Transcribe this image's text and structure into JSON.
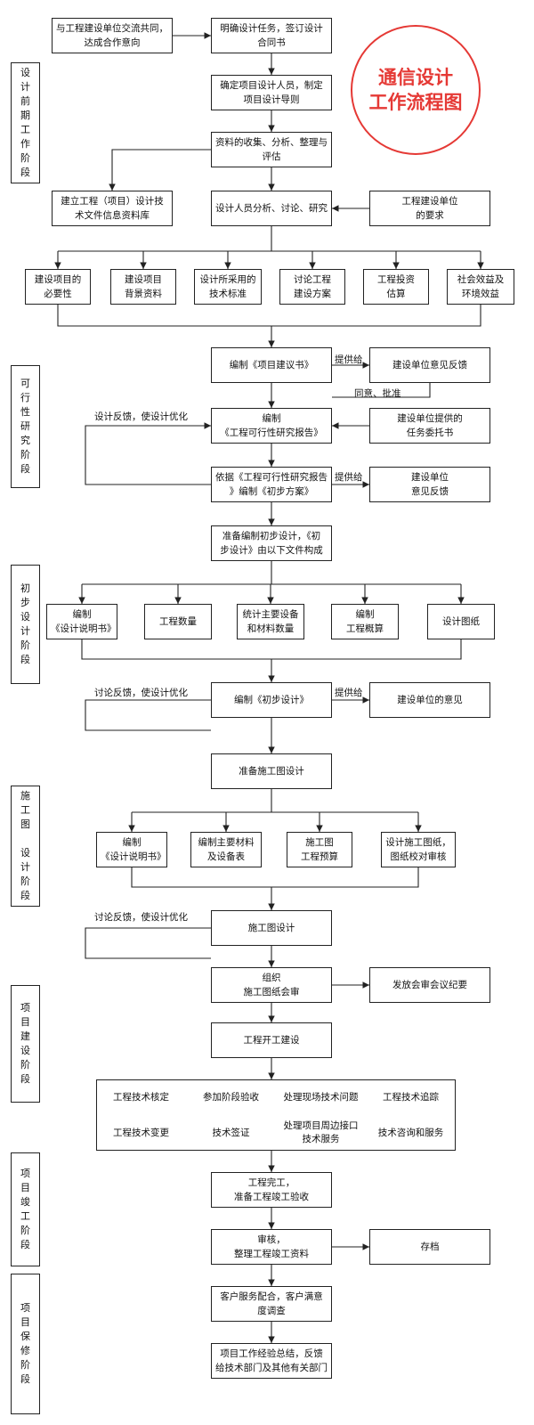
{
  "badge_title": "通信设计\n工作流程图",
  "colors": {
    "badge_red": "#e53935",
    "line": "#222222"
  },
  "stages": [
    "设\n计\n前\n期\n工\n作\n阶\n段",
    "可\n行\n性\n研\n究\n阶\n段",
    "初\n步\n设\n计\n阶\n段",
    "施\n工\n图\n\n设\n计\n阶\n段",
    "项\n目\n建\n设\n阶\n段",
    "项\n目\n竣\n工\n阶\n段",
    "项\n目\n保\n修\n阶\n段"
  ],
  "boxes": {
    "b1": "与工程建设单位交流共同，\n达成合作意向",
    "b2": "明确设计任务，签订设计\n合同书",
    "b3": "确定项目设计人员，制定\n项目设计导则",
    "b4": "资料的收集、分析、整理与\n评估",
    "b5": "建立工程（项目）设计技\n术文件信息资料库",
    "b6": "设计人员分析、讨论、研究",
    "b7": "工程建设单位\n的要求",
    "r1": [
      "建设项目的\n必要性",
      "建设项目\n背景资料",
      "设计所采用的\n技术标准",
      "讨论工程\n建设方案",
      "工程投资\n估算",
      "社会效益及\n环境效益"
    ],
    "b8": "编制《项目建议书》",
    "b9": "建设单位意见反馈",
    "b10": "编制\n《工程可行性研究报告》",
    "b11": "建设单位提供的\n任务委托书",
    "b12": "依据《工程可行性研究报告\n》编制《初步方案》",
    "b13": "建设单位\n意见反馈",
    "b14": "准备编制初步设计，《初\n步设计》由以下文件构成",
    "r2": [
      "编制\n《设计说明书》",
      "工程数量",
      "统计主要设备\n和材料数量",
      "编制\n工程概算",
      "设计图纸"
    ],
    "b15": "编制《初步设计》",
    "b16": "建设单位的意见",
    "b17": "准备施工图设计",
    "r3": [
      "编制\n《设计说明书》",
      "编制主要材料\n及设备表",
      "施工图\n工程预算",
      "设计施工图纸，\n图纸校对审核"
    ],
    "b18": "施工图设计",
    "b19": "组织\n施工图纸会审",
    "b20": "发放会审会议纪要",
    "b21": "工程开工建设",
    "grid": [
      "工程技术核定",
      "参加阶段验收",
      "处理现场技术问题",
      "工程技术追踪",
      "工程技术变更",
      "技术签证",
      "处理项目周边接口\n技术服务",
      "技术咨询和服务"
    ],
    "b22": "工程完工，\n准备工程竣工验收",
    "b23": "审核，\n整理工程竣工资料",
    "b24": "存档",
    "b25": "客户服务配合，客户满意\n度调查",
    "b26": "项目工作经验总结，反馈\n给技术部门及其他有关部门"
  },
  "labels": {
    "provide1": "提供给",
    "agree": "同意、批准",
    "feedback1": "设计反馈，使设计优化",
    "provide2": "提供给",
    "feedback2": "讨论反馈，使设计优化",
    "provide3": "提供给",
    "feedback3": "讨论反馈，使设计优化"
  }
}
